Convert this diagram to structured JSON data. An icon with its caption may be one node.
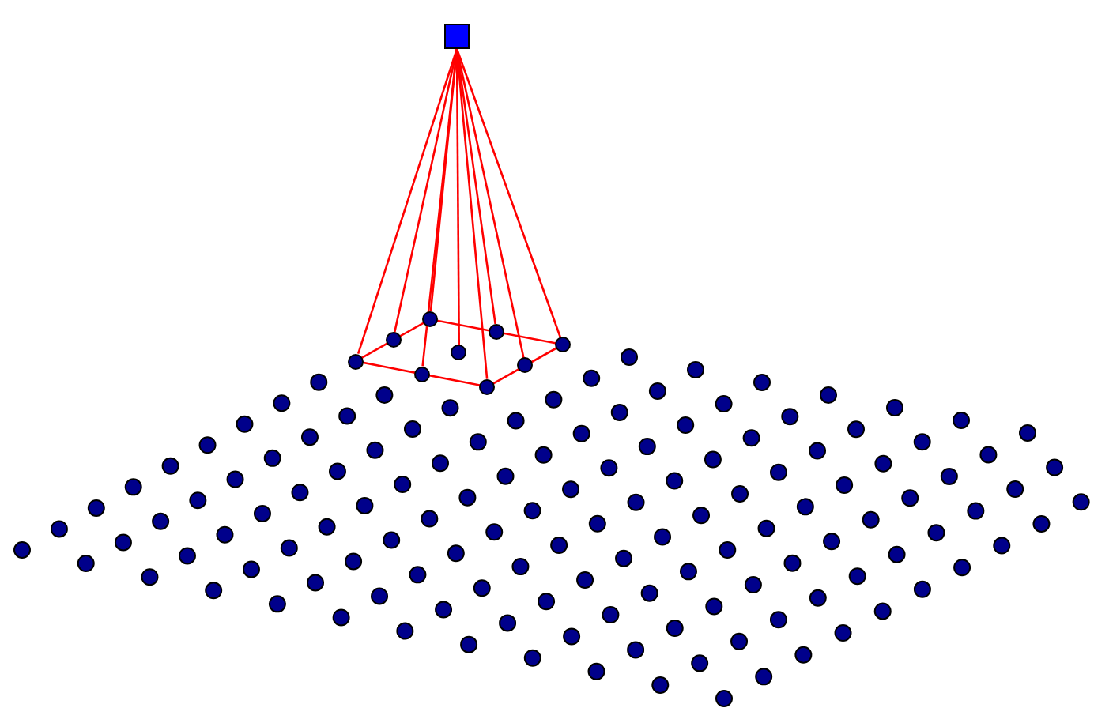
{
  "diagram": {
    "nodes": [
      {
        "text": [],
        "shape": "box"
      },
      {
        "text": [],
        "shape": "circle"
      },
      {
        "text": [],
        "shape": "circle"
      },
      {
        "text": [],
        "shape": "circle"
      },
      {
        "text": [],
        "shape": "circle"
      },
      {
        "text": [],
        "shape": "circle"
      },
      {
        "text": [],
        "shape": "circle"
      },
      {
        "text": [],
        "shape": "circle"
      },
      {
        "text": [],
        "shape": "circle"
      },
      {
        "text": [],
        "shape": "circle"
      }
    ],
    "edges": [
      {
        "from": 0,
        "to": 1,
        "arrow": "none"
      },
      {
        "from": 0,
        "to": 2,
        "arrow": "none"
      },
      {
        "from": 0,
        "to": 3,
        "arrow": "none"
      },
      {
        "from": 0,
        "to": 4,
        "arrow": "none"
      },
      {
        "from": 0,
        "to": 5,
        "arrow": "none"
      },
      {
        "from": 0,
        "to": 6,
        "arrow": "none"
      },
      {
        "from": 0,
        "to": 7,
        "arrow": "none"
      },
      {
        "from": 0,
        "to": 8,
        "arrow": "none"
      },
      {
        "from": 0,
        "to": 9,
        "arrow": "none"
      }
    ]
  }
}
